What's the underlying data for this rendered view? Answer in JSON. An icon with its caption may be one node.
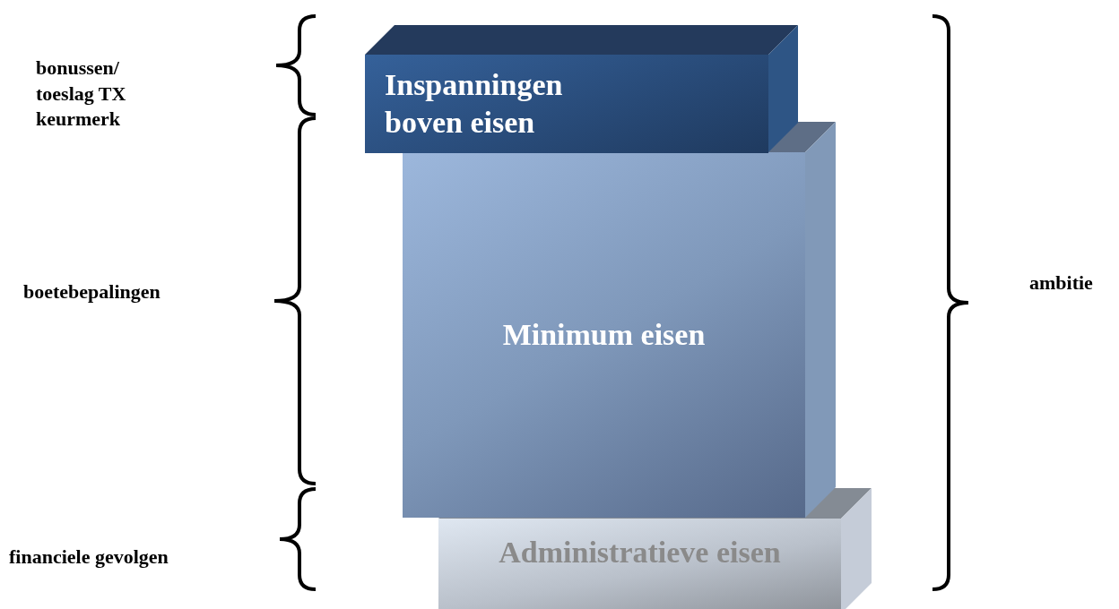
{
  "diagram": {
    "nodes": [
      {
        "text": [
          "Inspanningen boven eisen"
        ]
      },
      {
        "text": [
          "Minimum eisen"
        ]
      },
      {
        "text": [
          "Administratieve eisen"
        ]
      }
    ],
    "labels": [
      "bonussen/ toeslag TX keurmerk",
      "boetebepalingen",
      "financiele gevolgen",
      "ambitie"
    ]
  }
}
